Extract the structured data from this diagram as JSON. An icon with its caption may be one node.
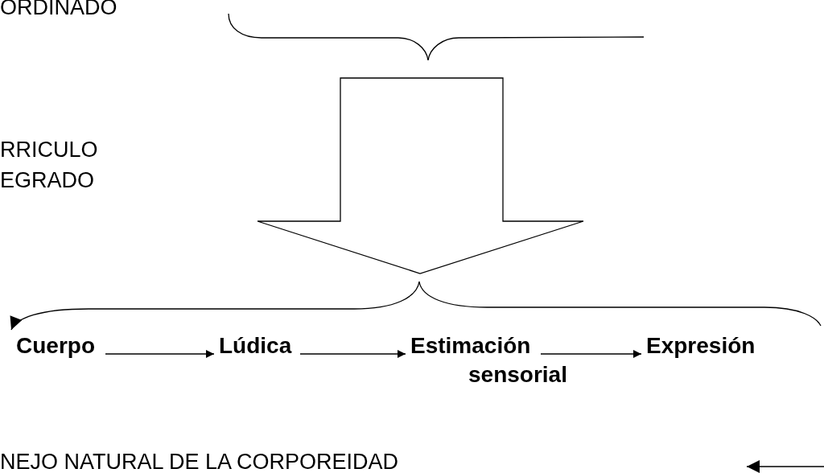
{
  "diagram": {
    "nodes": [
      {
        "text": [
          "Cuerpo"
        ]
      },
      {
        "text": [
          "Lúdica"
        ]
      },
      {
        "text": [
          "Estimación sensorial"
        ]
      },
      {
        "text": [
          "Expresión"
        ]
      }
    ],
    "edges": [
      {
        "from": 0,
        "to": 1,
        "arrow": "to"
      },
      {
        "from": 1,
        "to": 2,
        "arrow": "to"
      },
      {
        "from": 2,
        "to": 3,
        "arrow": "to"
      }
    ],
    "labels": [
      "ORDINADO",
      "RRICULO EGRADO",
      "NEJO NATURAL DE LA CORPOREIDAD"
    ]
  }
}
